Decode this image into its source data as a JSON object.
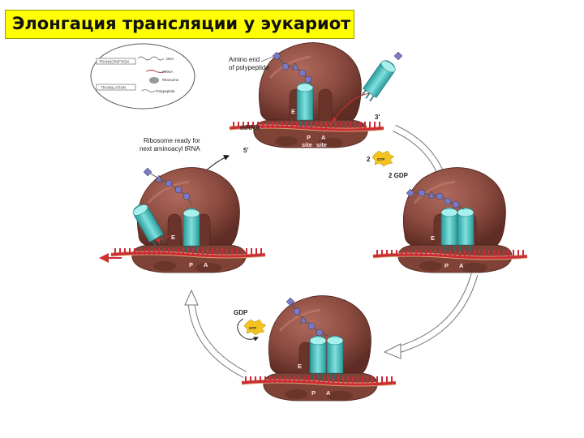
{
  "title": "Элонгация трансляции у эукариот",
  "inset": {
    "transcription": "TRANSCRIPTION",
    "translation": "TRANSLATION",
    "dna": "DNA",
    "mrna": "mRNA",
    "ribosome": "Ribosome",
    "polypeptide": "Polypeptide"
  },
  "labels": {
    "amino_end_line1": "Amino end",
    "amino_end_line2": "of polypeptide",
    "mrna": "mRNA",
    "three_prime": "3'",
    "five_prime": "5'",
    "ready_line1": "Ribosome ready for",
    "ready_line2": "next aminoacyl tRNA",
    "p_site_line1": "P",
    "a_site_line1": "A",
    "p_site_line2": "site",
    "a_site_line2": "site",
    "step2_gtp_count": "2",
    "step2_gtp": "GTP",
    "step2_gdp": "2 GDP",
    "gdp": "GDP",
    "gtp": "GTP",
    "e": "E",
    "p": "P",
    "a": "A"
  },
  "colors": {
    "ribosome": "#8a4a3f",
    "ribosome_dark": "#6b342b",
    "trna": "#3fb5b5",
    "mrna": "#cc2b3a",
    "peptide": "#7a78c8",
    "title_bg": "#ffff00"
  }
}
